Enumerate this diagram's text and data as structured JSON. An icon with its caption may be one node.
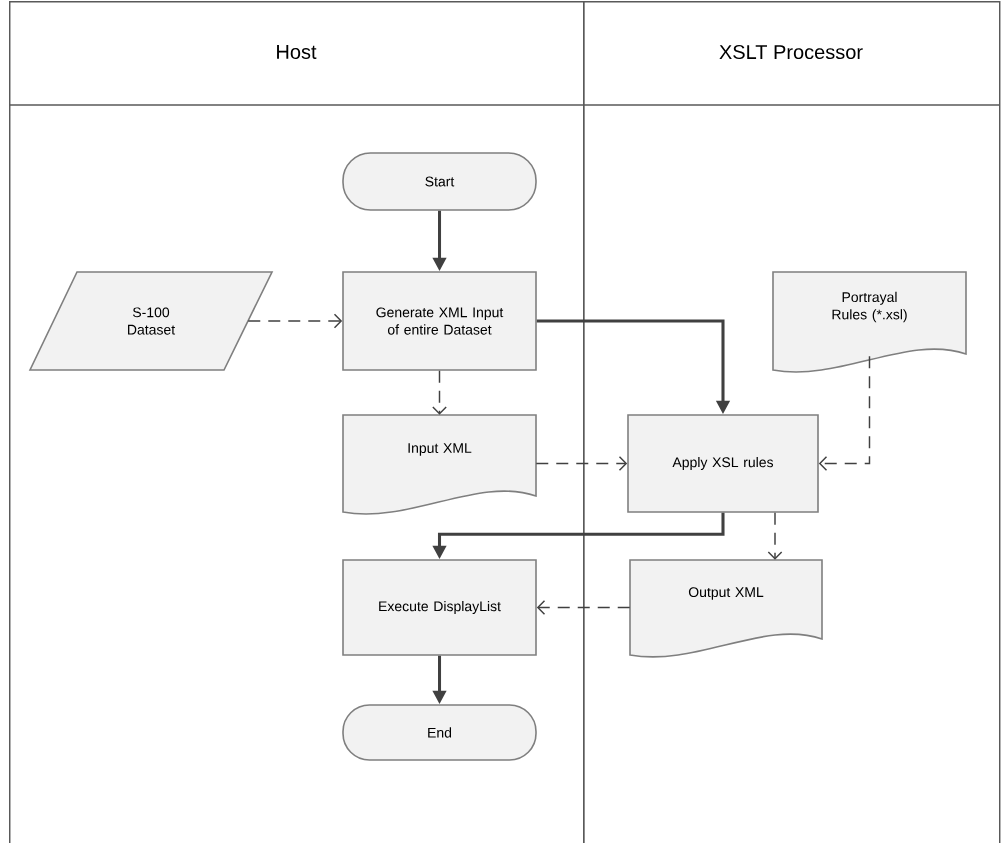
{
  "diagram": {
    "nodes": [
      {
        "text": [
          "Host"
        ]
      },
      {
        "text": [
          "XSLT Processor"
        ]
      },
      {
        "text": [
          "Start"
        ],
        "in": 0
      },
      {
        "text": [
          "S-100 Dataset"
        ],
        "in": 0
      },
      {
        "text": [
          "Generate XML Input of entire Dataset"
        ],
        "in": 0
      },
      {
        "text": [
          "Portrayal Rules (*.xsl)"
        ],
        "in": 1
      },
      {
        "text": [
          "Input XML"
        ],
        "in": 0
      },
      {
        "text": [
          "Apply XSL rules"
        ],
        "in": 1
      },
      {
        "text": [
          "Execute DisplayList"
        ],
        "in": 0
      },
      {
        "text": [
          "Output XML"
        ],
        "in": 1
      },
      {
        "text": [
          "End"
        ],
        "in": 0
      }
    ],
    "edges": [
      {
        "from": 2,
        "to": 4,
        "arrow": "to",
        "style": "thick"
      },
      {
        "from": 3,
        "to": 4,
        "arrow": "to",
        "style": "dashed"
      },
      {
        "from": 4,
        "to": 7,
        "arrow": "to",
        "style": "thick"
      },
      {
        "from": 4,
        "to": 6,
        "arrow": "to",
        "style": "dashed"
      },
      {
        "from": 5,
        "to": 7,
        "arrow": "to",
        "style": "dashed"
      },
      {
        "from": 6,
        "to": 7,
        "arrow": "to",
        "style": "dashed"
      },
      {
        "from": 7,
        "to": 8,
        "arrow": "to",
        "style": "thick"
      },
      {
        "from": 7,
        "to": 9,
        "arrow": "to",
        "style": "dashed"
      },
      {
        "from": 9,
        "to": 8,
        "arrow": "to",
        "style": "dashed"
      },
      {
        "from": 8,
        "to": 10,
        "arrow": "to",
        "style": "thick"
      }
    ]
  }
}
